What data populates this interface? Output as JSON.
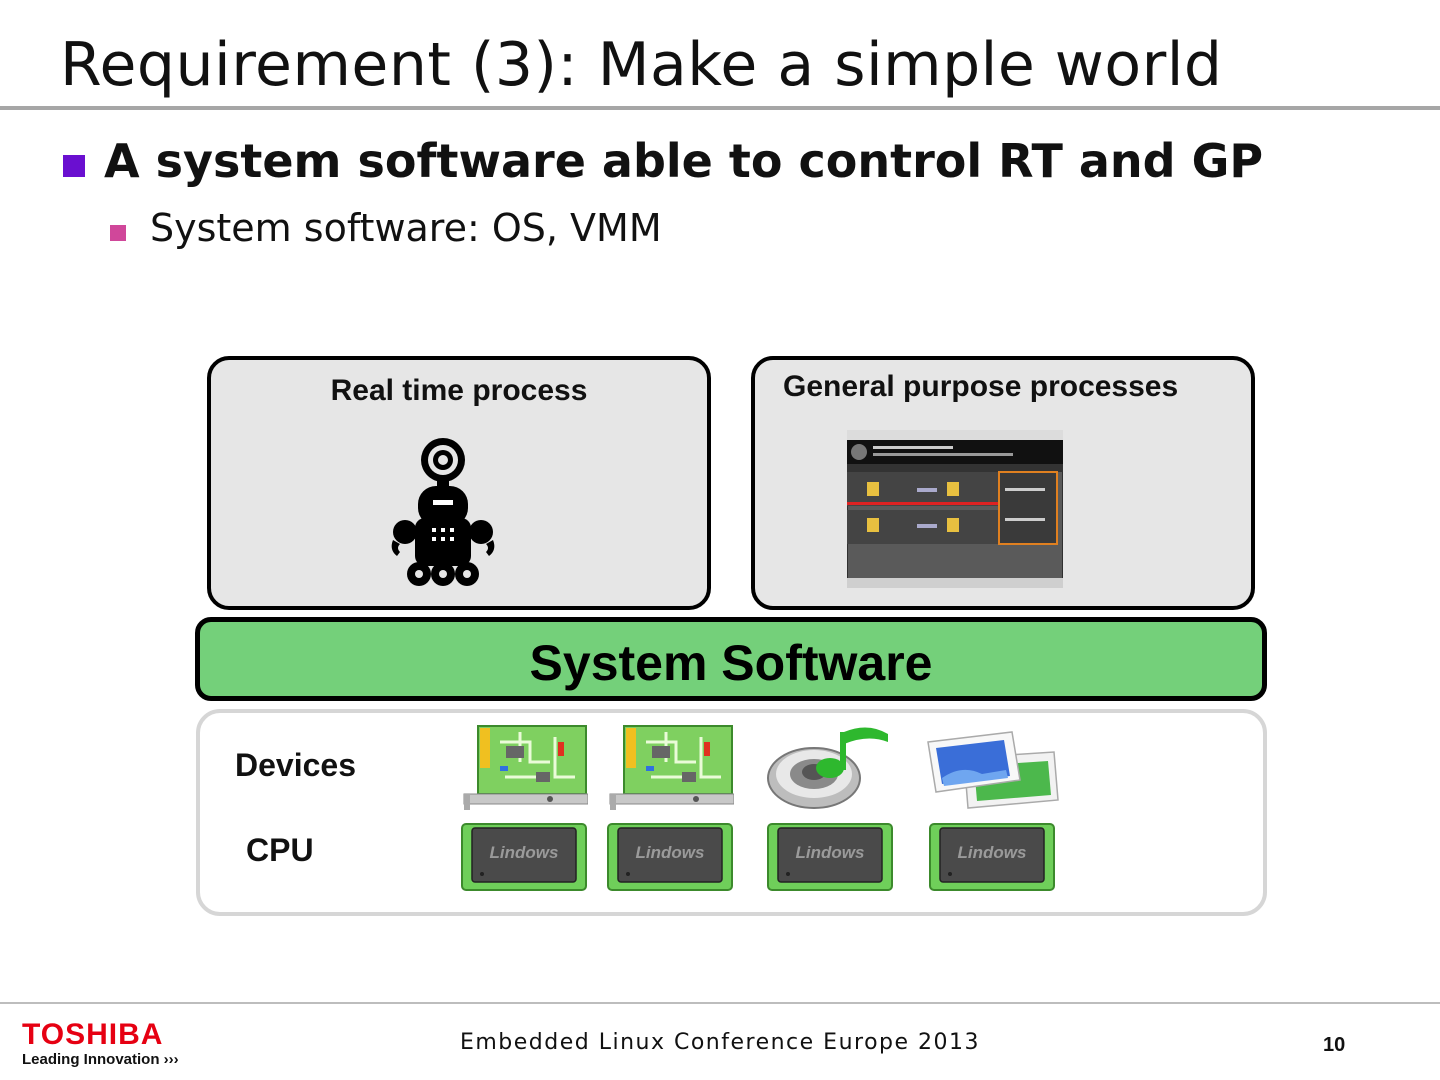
{
  "slide": {
    "title": "Requirement (3): Make a simple world",
    "bullet_1": "A system software able to control RT and GP",
    "bullet_2": "System software: OS, VMM"
  },
  "diagram": {
    "rt_box_label": "Real time process",
    "gp_box_label": "General purpose processes",
    "system_layer_label": "System Software",
    "devices_label": "Devices",
    "cpu_label": "CPU",
    "cpu_chip_text": "Lindows",
    "device_icons": [
      "network-card-icon",
      "network-card-icon",
      "speaker-music-icon",
      "picture-icon"
    ]
  },
  "footer": {
    "logo": "TOSHIBA",
    "tagline": "Leading Innovation",
    "conference": "Embedded Linux Conference Europe 2013",
    "page_number": "10"
  },
  "colors": {
    "system_layer": "#74d07a",
    "bullet_1_marker": "#6a0fd0",
    "bullet_2_marker": "#d0479a",
    "logo_red": "#e60012"
  }
}
